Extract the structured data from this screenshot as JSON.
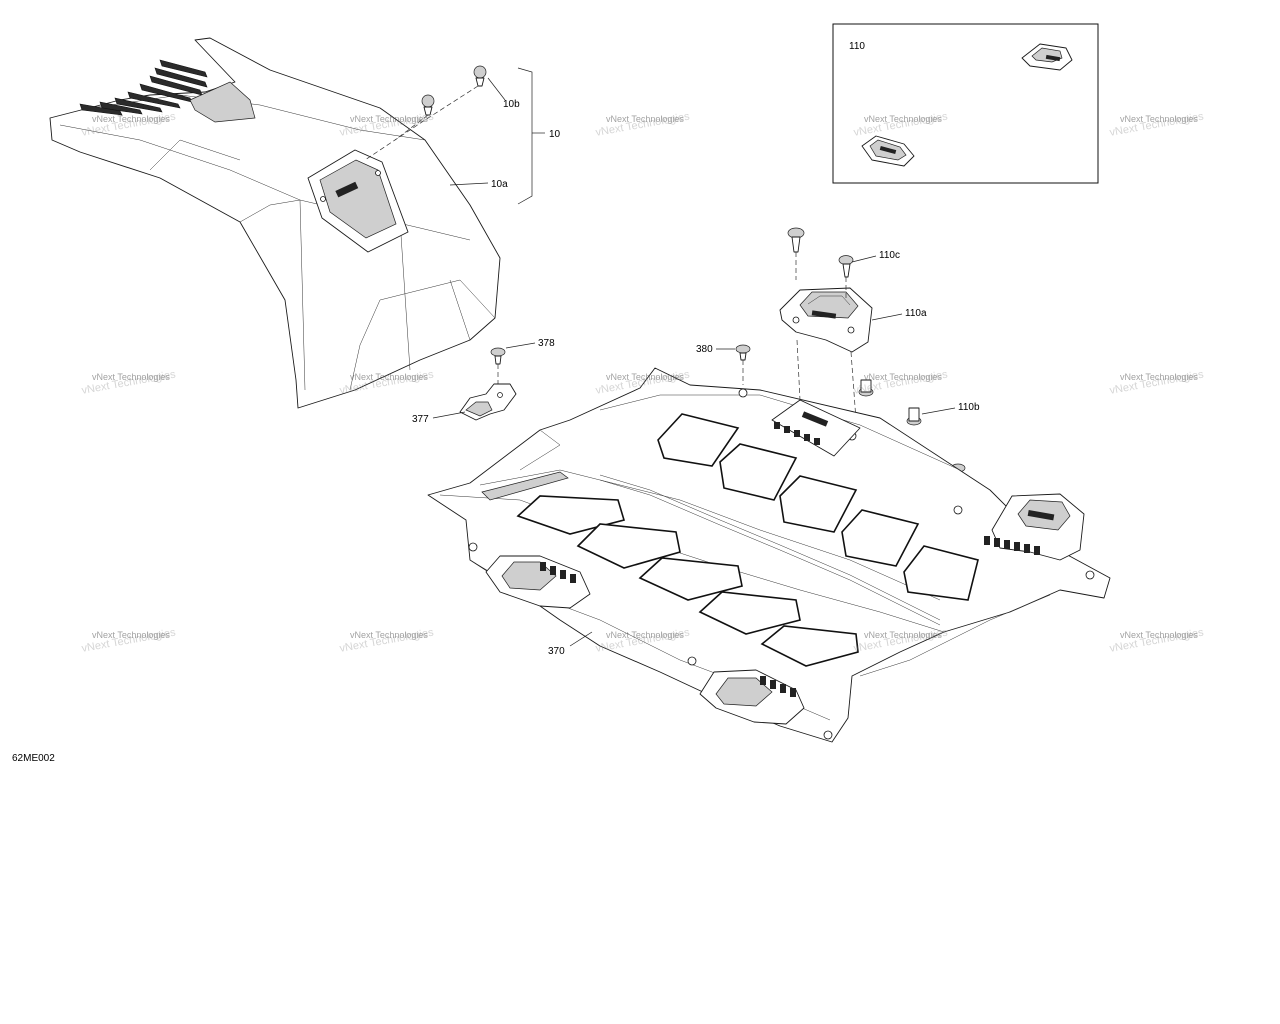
{
  "diagram": {
    "code": "62ME002",
    "callouts": {
      "c10": "10",
      "c10a": "10a",
      "c10b": "10b",
      "c110": "110",
      "c110a": "110a",
      "c110b": "110b",
      "c110c": "110c",
      "c370": "370",
      "c377": "377",
      "c378": "378",
      "c380": "380"
    },
    "watermark": {
      "line1": "vNext Technologies",
      "line2": "vNext Technologies"
    }
  }
}
